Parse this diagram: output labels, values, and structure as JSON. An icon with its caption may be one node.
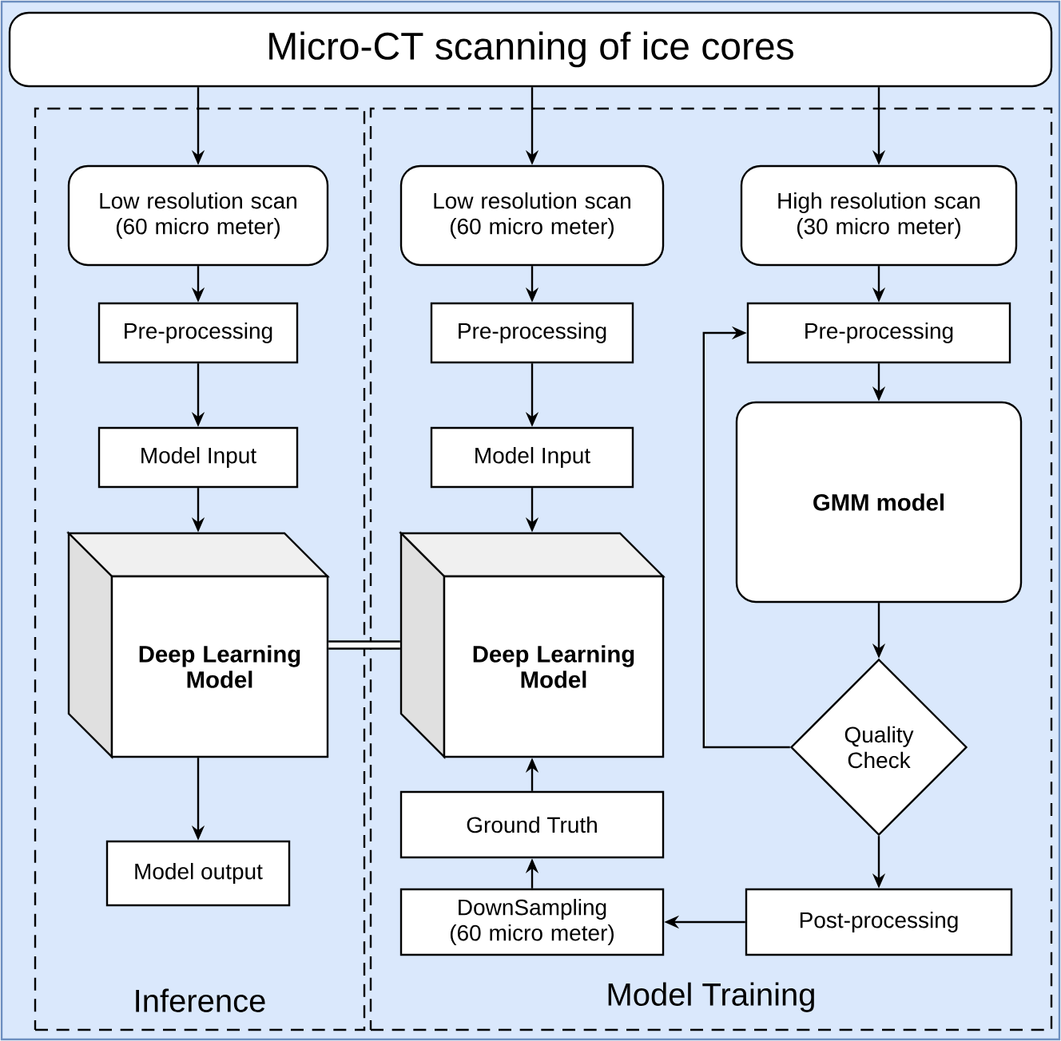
{
  "diagram": {
    "nodes": [
      {
        "text": [
          "Micro-CT scanning of ice cores"
        ]
      },
      {
        "text": [
          "Inference"
        ]
      },
      {
        "text": [
          "Model Training"
        ]
      },
      {
        "text": [
          "Low resolution scan (60 micro meter)"
        ],
        "in": 1
      },
      {
        "text": [
          "Pre-processing"
        ],
        "in": 1
      },
      {
        "text": [
          "Model Input"
        ],
        "in": 1
      },
      {
        "text": [
          "Deep Learning Model"
        ],
        "in": 1
      },
      {
        "text": [
          "Model output"
        ],
        "in": 1
      },
      {
        "text": [
          "Low resolution scan (60 micro meter)"
        ],
        "in": 2
      },
      {
        "text": [
          "Pre-processing"
        ],
        "in": 2
      },
      {
        "text": [
          "Model Input"
        ],
        "in": 2
      },
      {
        "text": [
          "Deep Learning Model"
        ],
        "in": 2
      },
      {
        "text": [
          "Ground Truth"
        ],
        "in": 2
      },
      {
        "text": [
          "DownSampling (60 micro meter)"
        ],
        "in": 2
      },
      {
        "text": [
          "High resolution scan (30 micro meter)"
        ],
        "in": 2
      },
      {
        "text": [
          "Pre-processing"
        ],
        "in": 2
      },
      {
        "text": [
          "GMM model"
        ],
        "in": 2
      },
      {
        "text": [
          "Quality Check"
        ],
        "in": 2
      },
      {
        "text": [
          "Post-processing"
        ],
        "in": 2
      }
    ],
    "edges": [
      {
        "from": 0,
        "to": 3,
        "arrow": "to"
      },
      {
        "from": 0,
        "to": 8,
        "arrow": "to"
      },
      {
        "from": 0,
        "to": 14,
        "arrow": "to"
      },
      {
        "from": 3,
        "to": 4,
        "arrow": "to"
      },
      {
        "from": 4,
        "to": 5,
        "arrow": "to"
      },
      {
        "from": 5,
        "to": 6,
        "arrow": "to"
      },
      {
        "from": 6,
        "to": 7,
        "arrow": "to"
      },
      {
        "from": 8,
        "to": 9,
        "arrow": "to"
      },
      {
        "from": 9,
        "to": 10,
        "arrow": "to"
      },
      {
        "from": 10,
        "to": 11,
        "arrow": "to"
      },
      {
        "from": 14,
        "to": 15,
        "arrow": "to"
      },
      {
        "from": 15,
        "to": 16,
        "arrow": "to"
      },
      {
        "from": 16,
        "to": 17,
        "arrow": "to"
      },
      {
        "from": 17,
        "to": 18,
        "arrow": "to"
      },
      {
        "from": 17,
        "to": 15,
        "arrow": "to"
      },
      {
        "from": 18,
        "to": 13,
        "arrow": "to"
      },
      {
        "from": 13,
        "to": 12,
        "arrow": "to"
      },
      {
        "from": 12,
        "to": 11,
        "arrow": "to"
      },
      {
        "from": 6,
        "to": 11,
        "arrow": "none",
        "style": "thick"
      }
    ]
  }
}
